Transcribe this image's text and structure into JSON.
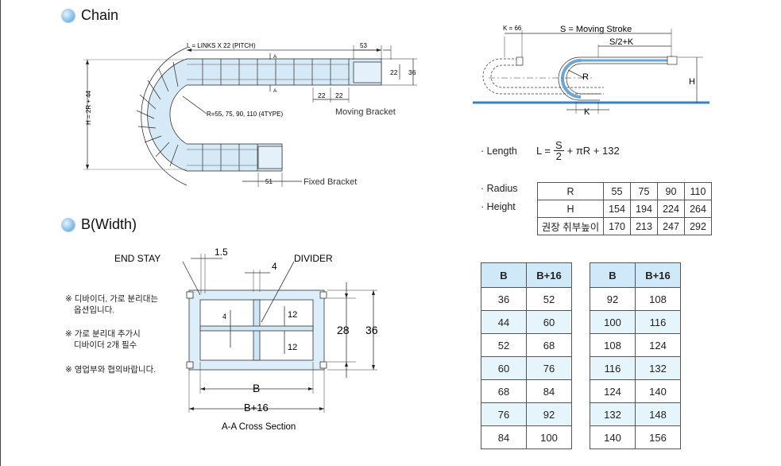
{
  "sections": {
    "chain": "Chain",
    "width": "B(Width)"
  },
  "chain_diagram": {
    "length_label": "L = LINKS X 22 (PITCH)",
    "dim_53": "53",
    "dim_22": "22",
    "dim_36": "36",
    "dim_22a": "22",
    "dim_22b": "22",
    "height_label": "H = 2R + 44",
    "radius_label": "R=55, 75, 90, 110 (4TYPE)",
    "section_a1": "A",
    "section_a2": "A",
    "moving_bracket": "Moving Bracket",
    "fixed_bracket": "Fixed Bracket",
    "dim_51": "51"
  },
  "stroke_diagram": {
    "k66": "K = 66",
    "moving_stroke": "S = Moving Stroke",
    "s2k": "S/2+K",
    "r": "R",
    "h": "H",
    "k": "K"
  },
  "formula": {
    "label": "· Length",
    "lhs": "L =",
    "num": "S",
    "den": "2",
    "rest": "+ πR + 132"
  },
  "radius_table": {
    "label_radius": "· Radius",
    "label_height": "· Height",
    "rows": [
      [
        "R",
        "55",
        "75",
        "90",
        "110"
      ],
      [
        "H",
        "154",
        "194",
        "224",
        "264"
      ],
      [
        "권장 취부높이",
        "170",
        "213",
        "247",
        "292"
      ]
    ]
  },
  "cross_section": {
    "end_stay": "END  STAY",
    "divider": "DIVIDER",
    "dim_15": "1.5",
    "dim_4": "4",
    "dim_4v": "4",
    "dim_12a": "12",
    "dim_12b": "12",
    "dim_28": "28",
    "dim_36": "36",
    "b": "B",
    "b16": "B+16",
    "caption": "A-A Cross Section"
  },
  "notes": [
    {
      "mark": "※",
      "lines": [
        "디바이더, 가로 분리대는",
        "옵션입니다."
      ]
    },
    {
      "mark": "※",
      "lines": [
        "가로 분리대 추가시",
        "디바이더 2개 필수"
      ]
    },
    {
      "mark": "※",
      "lines": [
        "영업부와 협의바랍니다."
      ]
    }
  ],
  "b_tables": {
    "headers": [
      "B",
      "B+16"
    ],
    "left": [
      [
        "36",
        "52"
      ],
      [
        "44",
        "60"
      ],
      [
        "52",
        "68"
      ],
      [
        "60",
        "76"
      ],
      [
        "68",
        "84"
      ],
      [
        "76",
        "92"
      ],
      [
        "84",
        "100"
      ]
    ],
    "right": [
      [
        "92",
        "108"
      ],
      [
        "100",
        "116"
      ],
      [
        "108",
        "124"
      ],
      [
        "116",
        "132"
      ],
      [
        "124",
        "140"
      ],
      [
        "132",
        "148"
      ],
      [
        "140",
        "156"
      ]
    ]
  },
  "colors": {
    "accent": "#cfe9f8",
    "row_alt": "#e6f4fc",
    "chain_fill": "#d6e9f6",
    "base_line": "#3b7fc4"
  }
}
